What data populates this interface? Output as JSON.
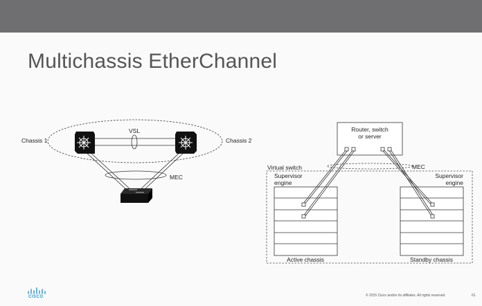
{
  "slide": {
    "title": "Multichassis EtherChannel",
    "footer": "© 2015  Cisco and/or its affiliates. All rights reserved.",
    "page_number": "61",
    "logo_text": "CISCO"
  },
  "left_diagram": {
    "chassis_1_label": "Chassis 1",
    "chassis_2_label": "Chassis 2",
    "vsl_label": "VSL",
    "mec_label": "MEC"
  },
  "right_diagram": {
    "router_label_line1": "Router, switch",
    "router_label_line2": "or server",
    "virtual_switch_label": "Virtual switch",
    "mec_label": "MEC",
    "left_supervisor_line1": "Supervisor",
    "left_supervisor_line2": "engine",
    "right_supervisor_line1": "Supervisor",
    "right_supervisor_line2": "engine",
    "active_chassis_label": "Active chassis",
    "standby_chassis_label": "Standby chassis"
  },
  "colors": {
    "top_bar": "#6f6f71",
    "title_text": "#555555",
    "logo": "#1e9ad6"
  }
}
